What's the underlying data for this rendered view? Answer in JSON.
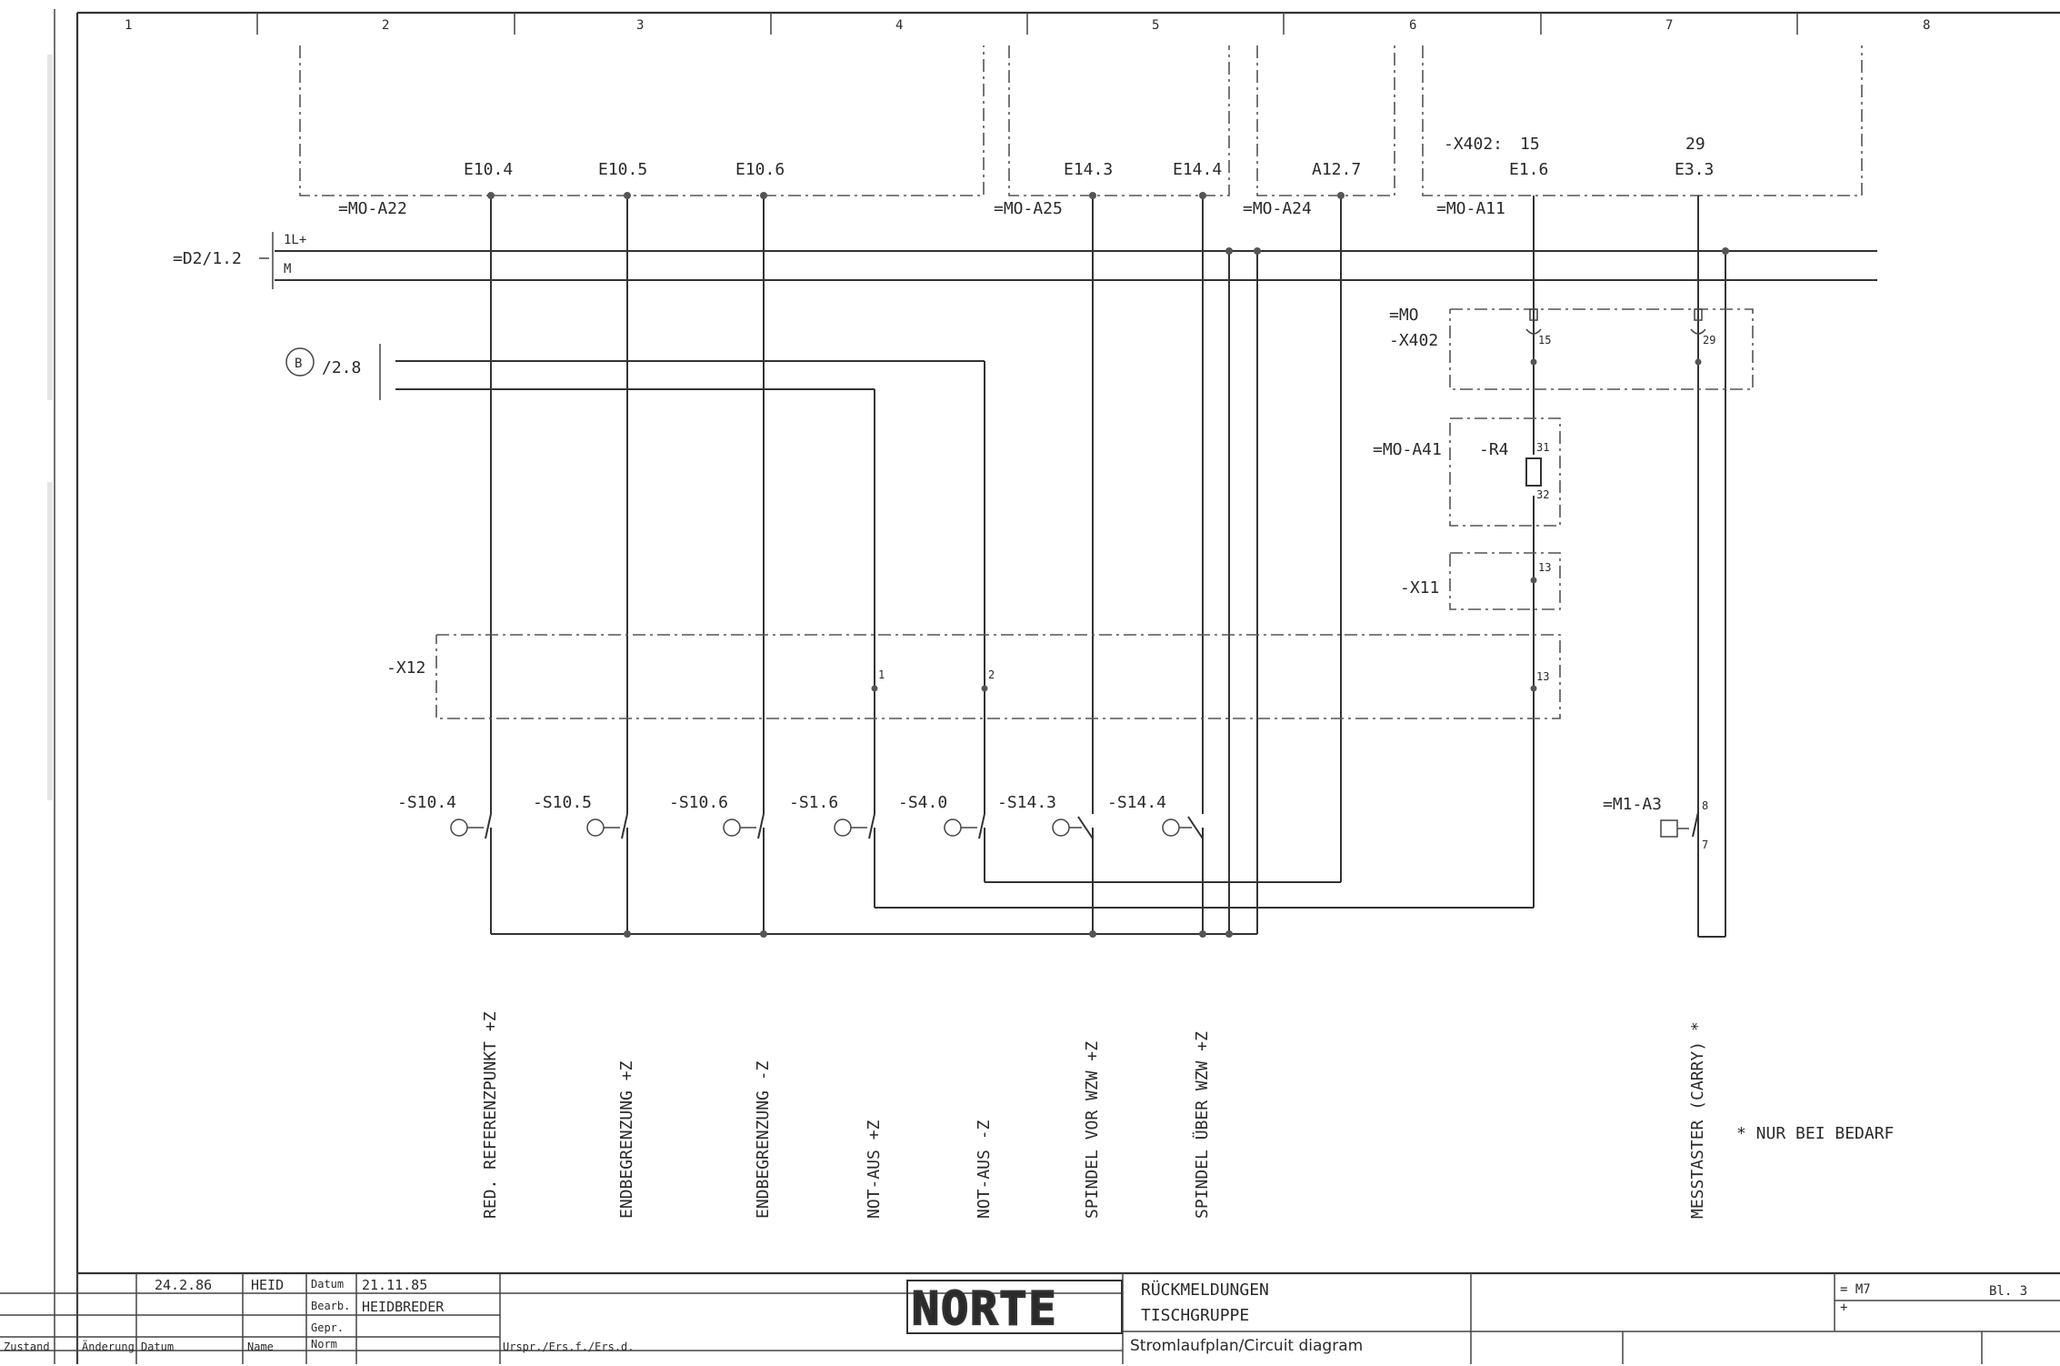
{
  "columns": [
    "1",
    "2",
    "3",
    "4",
    "5",
    "6",
    "7",
    "8"
  ],
  "modules": {
    "a22": "=MO-A22",
    "a25": "=MO-A25",
    "a24": "=MO-A24",
    "a11": "=MO-A11"
  },
  "inputs": {
    "e10_4": "E10.4",
    "e10_5": "E10.5",
    "e10_6": "E10.6",
    "e14_3": "E14.3",
    "e14_4": "E14.4",
    "a12_7": "A12.7",
    "e1_6": "E1.6",
    "e3_3": "E3.3"
  },
  "x402_header": {
    "label": "-X402:",
    "pin_15": "15",
    "pin_29": "29"
  },
  "supply": {
    "ref": "=D2/1.2",
    "l_plus": "1L+",
    "m": "M"
  },
  "cross_ref": {
    "circle": "B",
    "target": "/2.8"
  },
  "terminals": {
    "mo": "=MO",
    "x402": "-X402",
    "x402_pin_15": "15",
    "x402_pin_29": "29",
    "a41": "=MO-A41",
    "r4": "-R4",
    "r4_pin_31": "31",
    "r4_pin_32": "32",
    "x11": "-X11",
    "x11_pin": "13",
    "x12": "-X12",
    "x12_pin_1": "1",
    "x12_pin_2": "2",
    "x12_pin_13": "13"
  },
  "switches": {
    "s10_4": "-S10.4",
    "s10_5": "-S10.5",
    "s10_6": "-S10.6",
    "s1_6": "-S1.6",
    "s4_0": "-S4.0",
    "s14_3": "-S14.3",
    "s14_4": "-S14.4",
    "m1_a3": "=M1-A3",
    "m1_pin_8": "8",
    "m1_pin_7": "7"
  },
  "functions": [
    "RED. REFERENZPUNKT +Z",
    "ENDBEGRENZUNG    +Z",
    "ENDBEGRENZUNG    -Z",
    "NOT-AUS    +Z",
    "NOT-AUS    -Z",
    "SPINDEL VOR WZW    +Z",
    "SPINDEL ÜBER WZW    +Z",
    "MESSTASTER (CARRY) *"
  ],
  "note": "* NUR BEI BEDARF",
  "title_block": {
    "row_date": "24.2.86",
    "row_name": "HEID",
    "datum_label": "Datum",
    "datum_value": "21.11.85",
    "bearb_label": "Bearb.",
    "bearb_value": "HEIDBREDER",
    "gepr_label": "Gepr.",
    "norm_label": "Norm",
    "zustand": "Zustand",
    "aenderung": "Änderung",
    "datum_col": "Datum",
    "name_col": "Name",
    "origin": "Urspr./Ers.f./Ers.d.",
    "logo": "NORTE",
    "title_1": "RÜCKMELDUNGEN",
    "title_2": "TISCHGRUPPE",
    "doc_type": "Stromlaufplan/Circuit diagram",
    "eq": "= M7",
    "plus": "+",
    "sheet": "Bl. 3"
  }
}
